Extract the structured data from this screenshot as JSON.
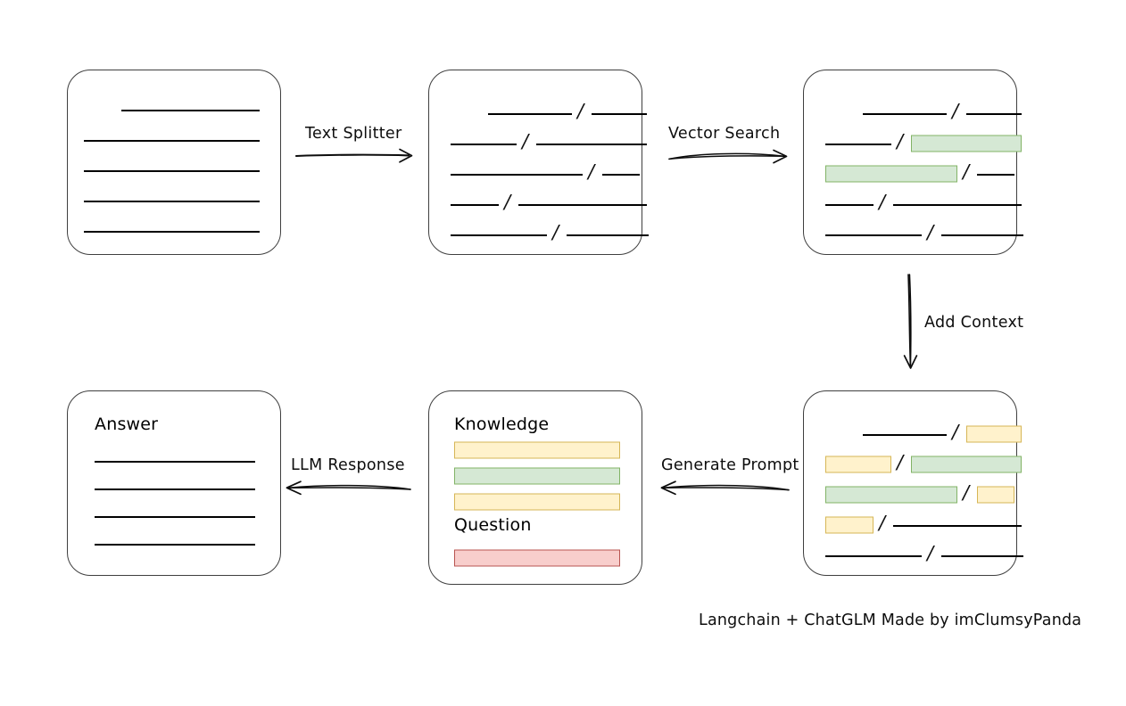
{
  "diagram": {
    "caption": "Langchain + ChatGLM Made by imClumsyPanda",
    "slash_glyph": "/",
    "colors": {
      "green_fill": "#d5e8d4",
      "green_stroke": "#82b366",
      "yellow_fill": "#fff2cc",
      "yellow_stroke": "#d6b656",
      "red_fill": "#f8cecc",
      "red_stroke": "#b85450",
      "card_stroke": "#3f3f3f",
      "rule_color": "#000000",
      "text_color": "#000000"
    },
    "nodes": {
      "source_document": {
        "name": "source-document",
        "title": "",
        "lines": [
          {
            "indent": 60,
            "width": 155,
            "type": "plain"
          },
          {
            "indent": 18,
            "width": 197,
            "type": "plain"
          },
          {
            "indent": 18,
            "width": 197,
            "type": "plain"
          },
          {
            "indent": 18,
            "width": 197,
            "type": "plain"
          },
          {
            "indent": 18,
            "width": 197,
            "type": "plain"
          }
        ]
      },
      "split_document": {
        "name": "split-document",
        "title": "",
        "rows": [
          {
            "left_indent": 66,
            "left_width": 94,
            "right_width": 62,
            "left_type": "plain",
            "right_type": "plain"
          },
          {
            "left_indent": 24,
            "left_width": 74,
            "right_width": 124,
            "left_type": "plain",
            "right_type": "plain"
          },
          {
            "left_indent": 24,
            "left_width": 148,
            "right_width": 42,
            "left_type": "plain",
            "right_type": "plain"
          },
          {
            "left_indent": 24,
            "left_width": 54,
            "right_width": 144,
            "left_type": "plain",
            "right_type": "plain"
          },
          {
            "left_indent": 24,
            "left_width": 108,
            "right_width": 92,
            "left_type": "plain",
            "right_type": "plain"
          }
        ]
      },
      "vector_matched_document": {
        "name": "vector-matched-document",
        "title": "",
        "rows": [
          {
            "left_indent": 66,
            "left_width": 94,
            "right_width": 62,
            "left_type": "plain",
            "right_type": "plain"
          },
          {
            "left_indent": 24,
            "left_width": 74,
            "right_width": 124,
            "left_type": "plain",
            "right_type": "green"
          },
          {
            "left_indent": 24,
            "left_width": 148,
            "right_width": 42,
            "left_type": "green",
            "right_type": "plain"
          },
          {
            "left_indent": 24,
            "left_width": 54,
            "right_width": 144,
            "left_type": "plain",
            "right_type": "plain"
          },
          {
            "left_indent": 24,
            "left_width": 108,
            "right_width": 92,
            "left_type": "plain",
            "right_type": "plain"
          }
        ]
      },
      "context_document": {
        "name": "context-document",
        "title": "",
        "rows": [
          {
            "left_indent": 66,
            "left_width": 94,
            "right_width": 62,
            "left_type": "plain",
            "right_type": "yellow"
          },
          {
            "left_indent": 24,
            "left_width": 74,
            "right_width": 124,
            "left_type": "yellow",
            "right_type": "green"
          },
          {
            "left_indent": 24,
            "left_width": 148,
            "right_width": 42,
            "left_type": "green",
            "right_type": "yellow"
          },
          {
            "left_indent": 24,
            "left_width": 54,
            "right_width": 144,
            "left_type": "yellow",
            "right_type": "plain"
          },
          {
            "left_indent": 24,
            "left_width": 108,
            "right_width": 92,
            "left_type": "plain",
            "right_type": "plain"
          }
        ]
      },
      "prompt_document": {
        "name": "prompt-document",
        "knowledge_title": "Knowledge",
        "question_title": "Question",
        "knowledge_bars": [
          "yellow",
          "green",
          "yellow"
        ],
        "question_bars": [
          "red"
        ]
      },
      "answer_document": {
        "name": "answer-document",
        "title": "Answer",
        "lines": [
          {
            "indent": 30,
            "width": 180,
            "type": "plain"
          },
          {
            "indent": 30,
            "width": 180,
            "type": "plain"
          },
          {
            "indent": 30,
            "width": 180,
            "type": "plain"
          },
          {
            "indent": 30,
            "width": 180,
            "type": "plain"
          }
        ]
      }
    },
    "edges": [
      {
        "name": "text-splitter-edge",
        "label": "Text Splitter",
        "direction": "right"
      },
      {
        "name": "vector-search-edge",
        "label": "Vector Search",
        "direction": "right"
      },
      {
        "name": "add-context-edge",
        "label": "Add Context",
        "direction": "down"
      },
      {
        "name": "generate-prompt-edge",
        "label": "Generate Prompt",
        "direction": "left"
      },
      {
        "name": "llm-response-edge",
        "label": "LLM Response",
        "direction": "left"
      }
    ]
  }
}
